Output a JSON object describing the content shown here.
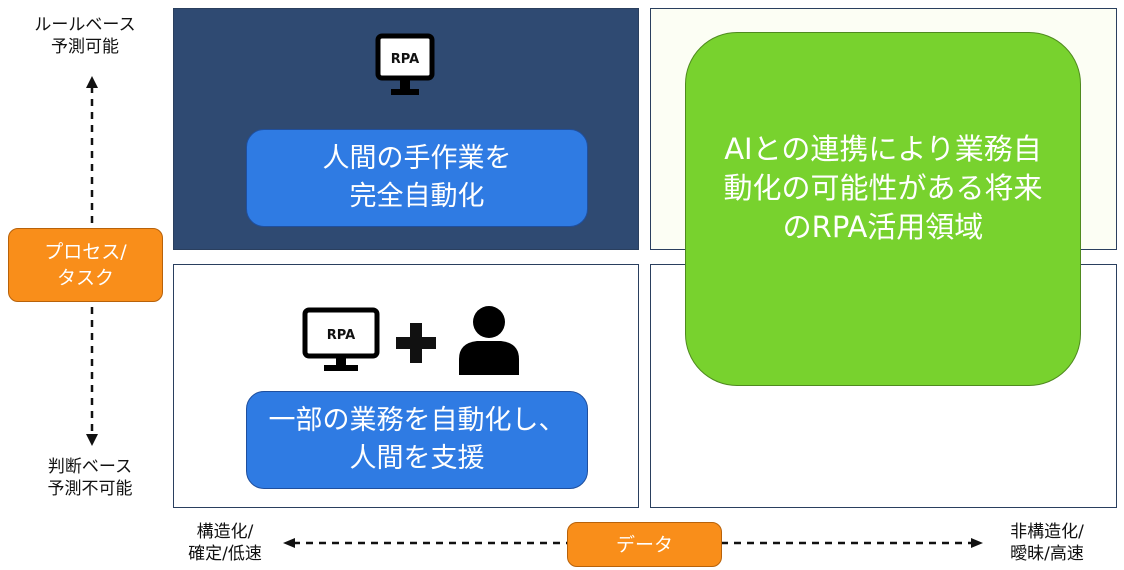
{
  "vertical_axis": {
    "top_label": "ルールベース\n予測可能",
    "bottom_label": "判断ベース\n予測不可能",
    "center_label": "プロセス/\nタスク"
  },
  "horizontal_axis": {
    "left_label": "構造化/\n確定/低速",
    "right_label": "非構造化/\n曖昧/高速",
    "center_label": "データ"
  },
  "quadrants": {
    "top_left": {
      "icon": "monitor-icon",
      "icon_text": "RPA",
      "text": "人間の手作業を\n完全自動化"
    },
    "bottom_left": {
      "icons": [
        "monitor-icon",
        "plus-icon",
        "person-icon"
      ],
      "icon_text": "RPA",
      "text": "一部の業務を自動化し、\n人間を支援"
    },
    "right": {
      "text": "AIとの連携により業務自\n動化の可能性がある将来\nのRPA活用領域"
    }
  },
  "colors": {
    "navy_quadrant": "#2F4A72",
    "blue_box": "#2F7BE3",
    "green_box": "#78D22E",
    "orange_label": "#F98E1A"
  }
}
